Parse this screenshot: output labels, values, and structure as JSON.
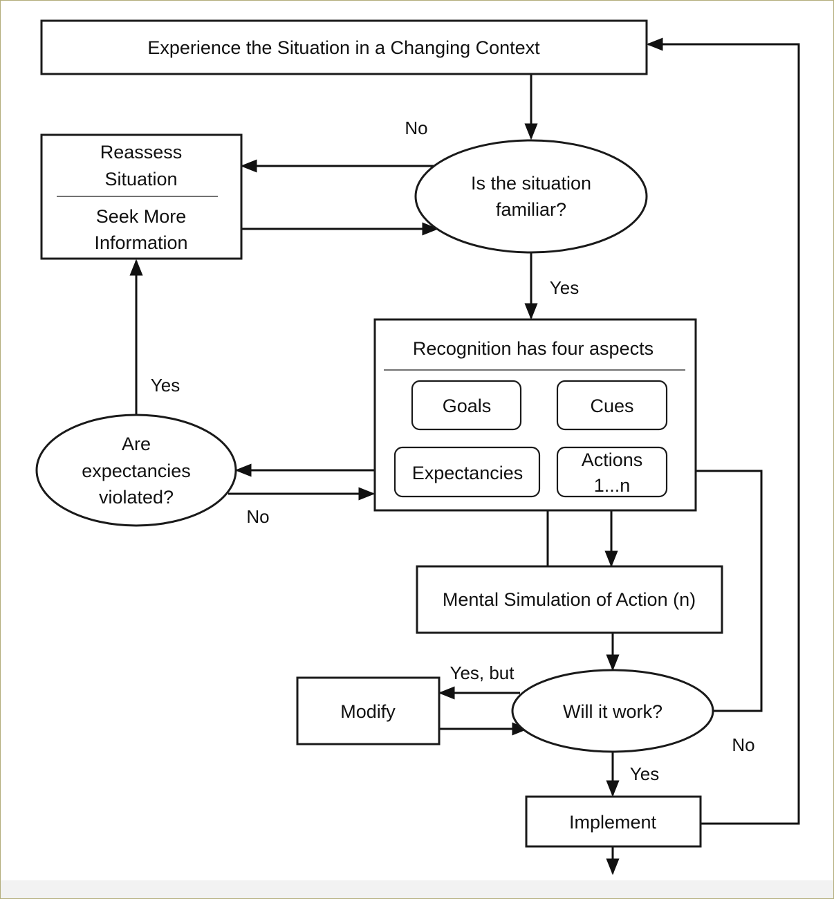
{
  "diagram": {
    "nodes": {
      "experience": "Experience the Situation in a Changing Context",
      "reassess_line1": "Reassess",
      "reassess_line2": "Situation",
      "seek_line1": "Seek More",
      "seek_line2": "Information",
      "familiar_line1": "Is the situation",
      "familiar_line2": "familiar?",
      "recognition_title": "Recognition has four aspects",
      "goals": "Goals",
      "cues": "Cues",
      "expectancies": "Expectancies",
      "actions_line1": "Actions",
      "actions_line2": "1...n",
      "violated_line1": "Are",
      "violated_line2": "expectancies",
      "violated_line3": "violated?",
      "simulation": "Mental Simulation of Action (n)",
      "will_work": "Will it work?",
      "modify": "Modify",
      "implement": "Implement"
    },
    "edge_labels": {
      "familiar_no": "No",
      "familiar_yes": "Yes",
      "violated_yes": "Yes",
      "violated_no": "No",
      "work_yes_but": "Yes, but",
      "work_no": "No",
      "work_yes": "Yes"
    }
  }
}
